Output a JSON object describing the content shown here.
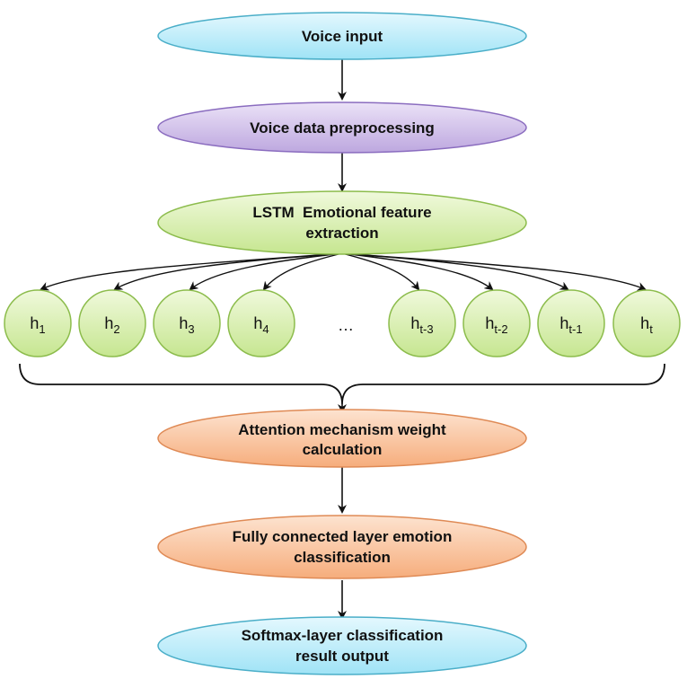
{
  "nodes": {
    "voice_input": {
      "lines": [
        "Voice input"
      ]
    },
    "preprocessing": {
      "lines": [
        "Voice data preprocessing"
      ]
    },
    "lstm": {
      "lines": [
        "LSTM  Emotional feature",
        "extraction"
      ]
    },
    "attention": {
      "lines": [
        "Attention mechanism weight",
        "calculation"
      ]
    },
    "fully_connected": {
      "lines": [
        "Fully connected layer emotion",
        "classification"
      ]
    },
    "softmax": {
      "lines": [
        "Softmax-layer classification",
        "result output"
      ]
    }
  },
  "hidden_states": [
    {
      "base": "h",
      "sub": "1"
    },
    {
      "base": "h",
      "sub": "2"
    },
    {
      "base": "h",
      "sub": "3"
    },
    {
      "base": "h",
      "sub": "4"
    },
    {
      "base": "h",
      "sub": "t-3"
    },
    {
      "base": "h",
      "sub": "t-2"
    },
    {
      "base": "h",
      "sub": "t-1"
    },
    {
      "base": "h",
      "sub": "t"
    }
  ],
  "ellipsis": "…",
  "colors": {
    "blue_fill": "#bfeefb",
    "blue_stroke": "#4aaec8",
    "purple_fill": "#d3c3ea",
    "purple_stroke": "#8a6cbf",
    "green_fill": "#dcf1b4",
    "green_stroke": "#8cbc4c",
    "orange_fill": "#fbc9a6",
    "orange_stroke": "#df8a55",
    "arrow": "#111111"
  }
}
